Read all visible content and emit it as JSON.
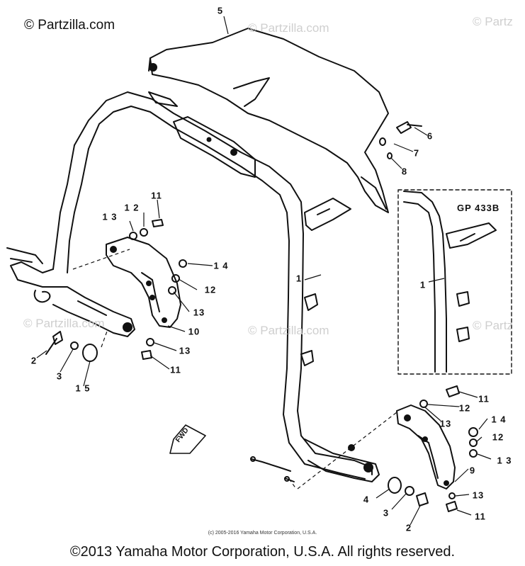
{
  "watermarks": {
    "main": "© Partzilla.com",
    "repeat": "© Partzilla.com",
    "repeat_short": "© Partz"
  },
  "reference": "GP 433B",
  "fwd_label": "FWD",
  "callouts": [
    {
      "label": "5"
    },
    {
      "label": "6"
    },
    {
      "label": "7"
    },
    {
      "label": "8"
    },
    {
      "label": "11"
    },
    {
      "label": "1 2"
    },
    {
      "label": "1 3"
    },
    {
      "label": "1 4"
    },
    {
      "label": "12"
    },
    {
      "label": "13"
    },
    {
      "label": "10"
    },
    {
      "label": "13"
    },
    {
      "label": "11"
    },
    {
      "label": "2"
    },
    {
      "label": "3"
    },
    {
      "label": "1 5"
    },
    {
      "label": "1"
    },
    {
      "label": "1"
    },
    {
      "label": "11"
    },
    {
      "label": "12"
    },
    {
      "label": "13"
    },
    {
      "label": "1 4"
    },
    {
      "label": "12"
    },
    {
      "label": "1 3"
    },
    {
      "label": "9"
    },
    {
      "label": "13"
    },
    {
      "label": "11"
    },
    {
      "label": "4"
    },
    {
      "label": "3"
    },
    {
      "label": "2"
    }
  ],
  "footer": {
    "small": "(c) 2005-2016 Yamaha Motor Corporation, U.S.A.",
    "large": "©2013 Yamaha Motor Corporation, U.S.A. All rights reserved."
  }
}
